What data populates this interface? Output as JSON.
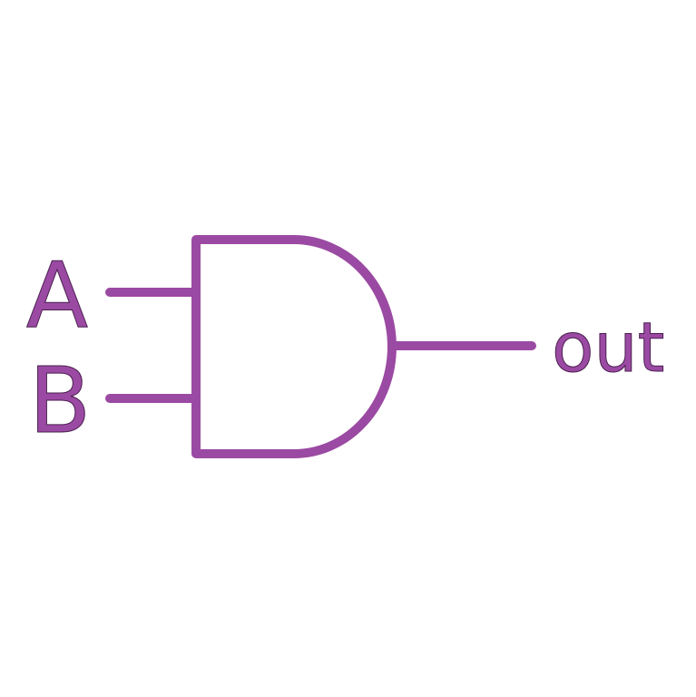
{
  "colors": {
    "gate": "#9b4aa3",
    "outline": "#4a1f4f",
    "background": "#ffffff"
  },
  "gate": {
    "type": "AND",
    "inputs": [
      "A",
      "B"
    ],
    "output": "out"
  },
  "labels": {
    "input_a": "A",
    "input_b": "B",
    "output": "out"
  }
}
